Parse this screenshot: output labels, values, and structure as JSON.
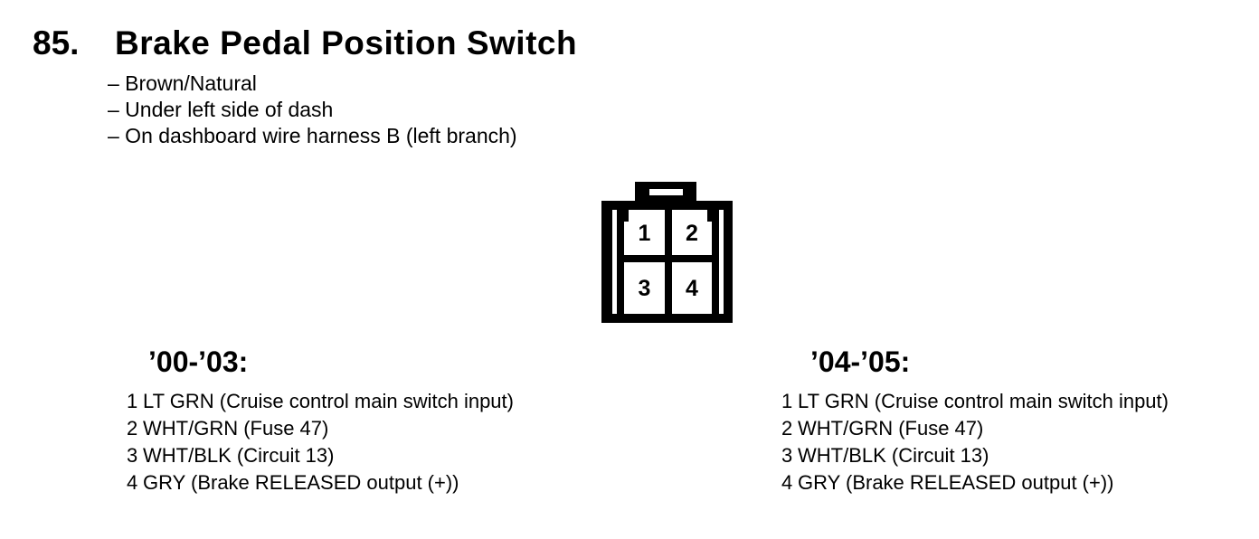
{
  "page": {
    "item_number": "85.",
    "title": "Brake Pedal Position Switch",
    "notes": [
      "– Brown/Natural",
      "– Under left side of dash",
      "– On dashboard wire harness B (left branch)"
    ]
  },
  "colors": {
    "ink": "#000000",
    "background": "#ffffff"
  },
  "connector": {
    "pins": [
      "1",
      "2",
      "3",
      "4"
    ]
  },
  "columns": [
    {
      "heading": "’00-’03:",
      "pins": [
        {
          "num": "1",
          "desc": "LT GRN (Cruise control main switch input)"
        },
        {
          "num": "2",
          "desc": "WHT/GRN (Fuse 47)"
        },
        {
          "num": "3",
          "desc": "WHT/BLK (Circuit 13)"
        },
        {
          "num": "4",
          "desc": "GRY (Brake RELEASED output (+))"
        }
      ]
    },
    {
      "heading": "’04-’05:",
      "pins": [
        {
          "num": "1",
          "desc": "LT GRN (Cruise control main switch input)"
        },
        {
          "num": "2",
          "desc": "WHT/GRN (Fuse 47)"
        },
        {
          "num": "3",
          "desc": "WHT/BLK (Circuit 13)"
        },
        {
          "num": "4",
          "desc": "GRY (Brake RELEASED output (+))"
        }
      ]
    }
  ]
}
